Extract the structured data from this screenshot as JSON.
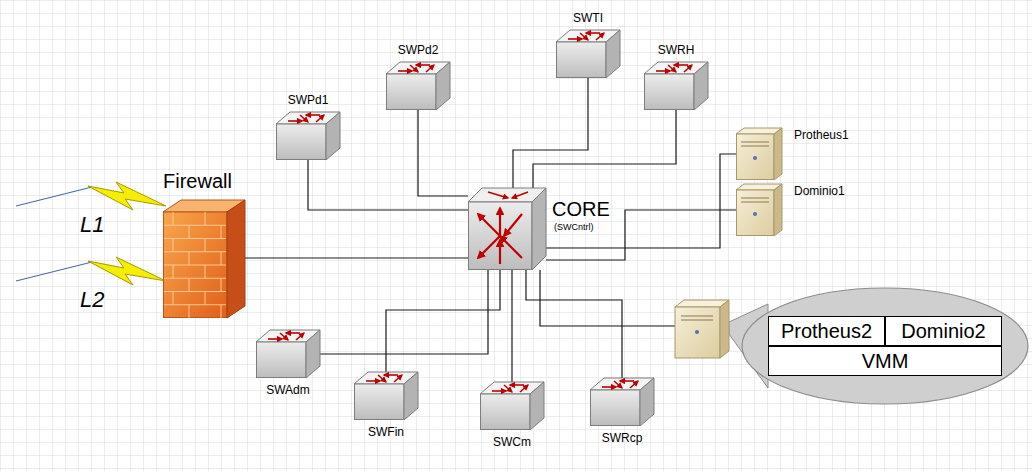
{
  "diagram": {
    "nodes": [
      {
        "text": [
          "Firewall"
        ]
      },
      {
        "text": [
          "CORE",
          "(SWCntrl)"
        ]
      },
      {
        "text": [
          "SWPd1"
        ]
      },
      {
        "text": [
          "SWPd2"
        ]
      },
      {
        "text": [
          "SWTI"
        ]
      },
      {
        "text": [
          "SWRH"
        ]
      },
      {
        "text": [
          "Protheus1"
        ]
      },
      {
        "text": [
          "Dominio1"
        ]
      },
      {
        "text": [
          "Protheus2"
        ]
      },
      {
        "text": [
          "Dominio2"
        ]
      },
      {
        "text": [
          "VMM"
        ]
      },
      {
        "text": [
          "SWAdm"
        ]
      },
      {
        "text": [
          "SWFin"
        ]
      },
      {
        "text": [
          "SWCm"
        ]
      },
      {
        "text": [
          "SWRcp"
        ]
      }
    ],
    "edges": [
      {
        "from": 0,
        "to": 1,
        "arrow": "none"
      },
      {
        "from": 2,
        "to": 1,
        "arrow": "none"
      },
      {
        "from": 3,
        "to": 1,
        "arrow": "none"
      },
      {
        "from": 4,
        "to": 1,
        "arrow": "none"
      },
      {
        "from": 5,
        "to": 1,
        "arrow": "none"
      },
      {
        "from": 6,
        "to": 1,
        "arrow": "none"
      },
      {
        "from": 7,
        "to": 1,
        "arrow": "none"
      },
      {
        "from": 11,
        "to": 1,
        "arrow": "none"
      },
      {
        "from": 12,
        "to": 1,
        "arrow": "none"
      },
      {
        "from": 13,
        "to": 1,
        "arrow": "none"
      },
      {
        "from": 14,
        "to": 1,
        "arrow": "none"
      }
    ],
    "labels": [
      "L1",
      "L2"
    ]
  }
}
